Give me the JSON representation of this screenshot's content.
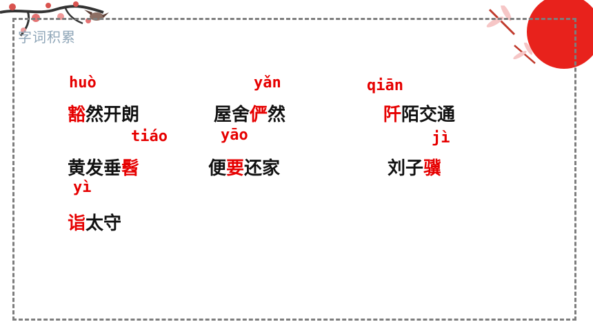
{
  "section_title": "字词积累",
  "colors": {
    "highlight": "#e60000",
    "text": "#111111",
    "border": "#7d7d7d",
    "sun": "#e8221c"
  },
  "icons": [
    "plum-blossom-branch-icon",
    "bird-icon",
    "dragonfly-icon",
    "red-sun-icon"
  ],
  "items": [
    {
      "pinyin": "huò",
      "hl": "豁",
      "rest": "然开朗"
    },
    {
      "pinyin": "yǎn",
      "pre": "屋舍",
      "hl": "俨",
      "rest": "然"
    },
    {
      "pinyin": "qiān",
      "hl": "阡",
      "rest": "陌交通"
    },
    {
      "pinyin": "tiáo",
      "pre": "黄发垂",
      "hl": "髫",
      "rest": ""
    },
    {
      "pinyin": "yāo",
      "pre": "便",
      "hl": "要",
      "rest": "还家"
    },
    {
      "pinyin": "jì",
      "pre": "刘子",
      "hl": "骥",
      "rest": ""
    },
    {
      "pinyin": "yì",
      "hl": "诣",
      "rest": "太守"
    }
  ]
}
